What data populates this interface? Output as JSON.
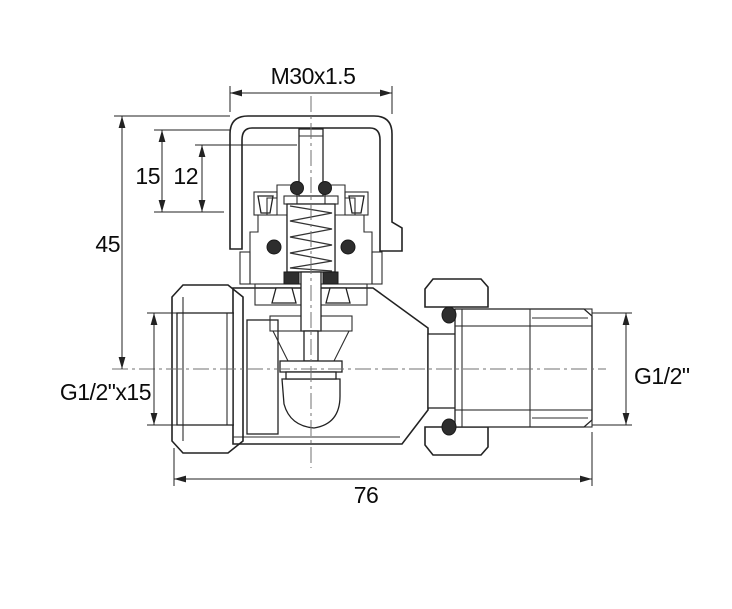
{
  "drawing": {
    "description": "technical cross-section drawing of a straight radiator valve",
    "background": "#ffffff",
    "ink_color": "#222222",
    "text_color": "#0b0b0b",
    "labels": {
      "m30": "M30x1.5",
      "d15": "15",
      "d12": "12",
      "d45": "45",
      "left_port": "G1/2\"x15",
      "right_port": "G1/2\"",
      "d76": "76"
    }
  }
}
